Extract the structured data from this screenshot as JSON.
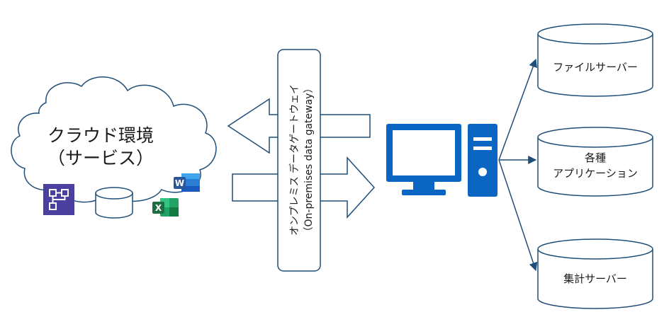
{
  "cloud": {
    "line1": "クラウド環境",
    "line2": "（サービス）",
    "icons": [
      "power-automate-icon",
      "database-icon",
      "excel-icon",
      "word-icon"
    ],
    "excel_letter": "X",
    "word_letter": "W"
  },
  "gateway": {
    "line1": "オンプレミス データゲートウェイ",
    "line2": "（On-premises data gateway）"
  },
  "servers": [
    {
      "lines": [
        "ファイルサーバー"
      ]
    },
    {
      "lines": [
        "各種",
        "アプリケーション"
      ]
    },
    {
      "lines": [
        "集計サーバー"
      ]
    }
  ],
  "colors": {
    "line": "#1f4e79",
    "computer": "#0b66c3",
    "excel": "#1d6f42",
    "word": "#2b579a",
    "automate": "#4b3fa0"
  }
}
